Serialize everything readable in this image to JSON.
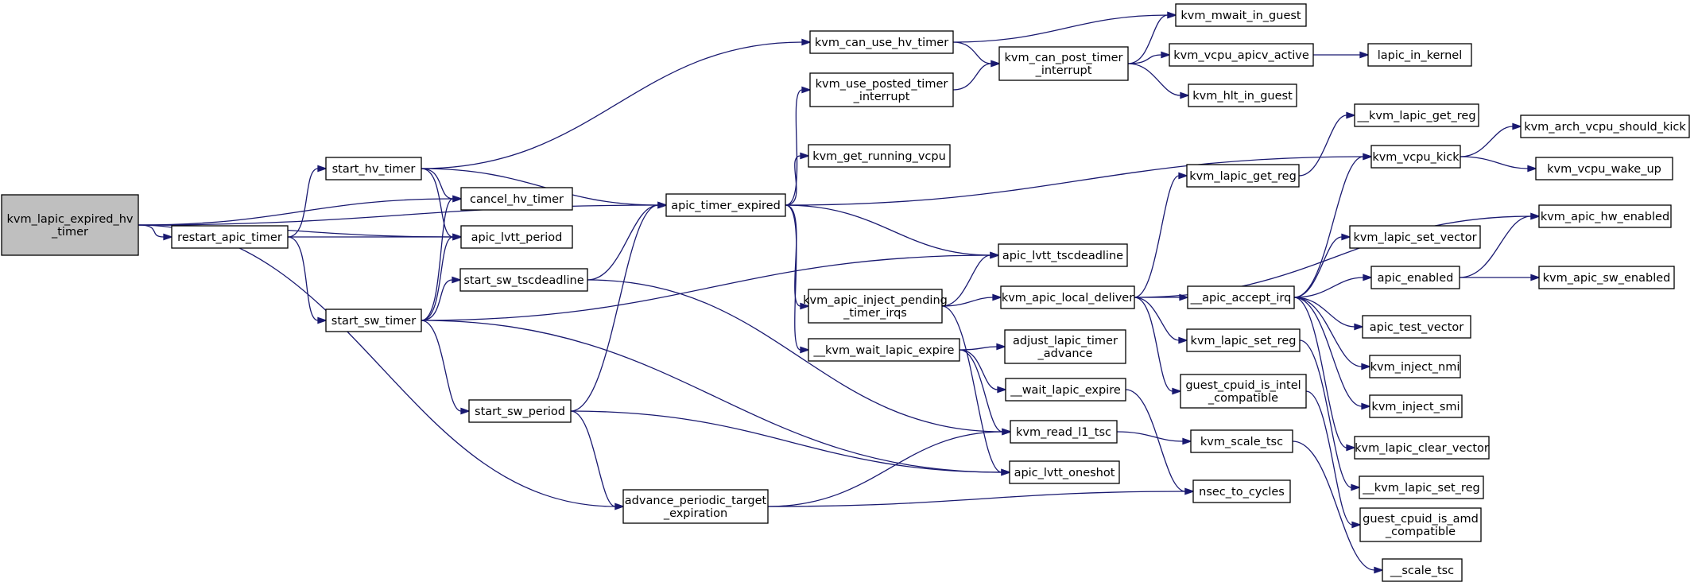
{
  "nodes": [
    {
      "id": "n0",
      "lines": [
        "kvm_lapic_expired_hv",
        "_timer"
      ],
      "root": true
    },
    {
      "id": "n1",
      "lines": [
        "restart_apic_timer"
      ]
    },
    {
      "id": "n2",
      "lines": [
        "start_hv_timer"
      ]
    },
    {
      "id": "n3",
      "lines": [
        "start_sw_timer"
      ]
    },
    {
      "id": "n4",
      "lines": [
        "cancel_hv_timer"
      ]
    },
    {
      "id": "n5",
      "lines": [
        "apic_lvtt_period"
      ]
    },
    {
      "id": "n6",
      "lines": [
        "start_sw_tscdeadline"
      ]
    },
    {
      "id": "n7",
      "lines": [
        "start_sw_period"
      ]
    },
    {
      "id": "n8",
      "lines": [
        "apic_timer_expired"
      ]
    },
    {
      "id": "n9",
      "lines": [
        "advance_periodic_target",
        "_expiration"
      ]
    },
    {
      "id": "n10",
      "lines": [
        "kvm_can_use_hv_timer"
      ]
    },
    {
      "id": "n11",
      "lines": [
        "kvm_use_posted_timer",
        "_interrupt"
      ]
    },
    {
      "id": "n12",
      "lines": [
        "kvm_get_running_vcpu"
      ]
    },
    {
      "id": "n13",
      "lines": [
        "kvm_apic_inject_pending",
        "_timer_irqs"
      ]
    },
    {
      "id": "n14",
      "lines": [
        "__kvm_wait_lapic_expire"
      ]
    },
    {
      "id": "n15",
      "lines": [
        "apic_lvtt_tscdeadline"
      ]
    },
    {
      "id": "n16",
      "lines": [
        "adjust_lapic_timer",
        "_advance"
      ]
    },
    {
      "id": "n17",
      "lines": [
        "__wait_lapic_expire"
      ]
    },
    {
      "id": "n18",
      "lines": [
        "kvm_read_l1_tsc"
      ]
    },
    {
      "id": "n19",
      "lines": [
        "apic_lvtt_oneshot"
      ]
    },
    {
      "id": "n20",
      "lines": [
        "kvm_can_post_timer",
        "_interrupt"
      ]
    },
    {
      "id": "n21",
      "lines": [
        "kvm_mwait_in_guest"
      ]
    },
    {
      "id": "n22",
      "lines": [
        "kvm_vcpu_apicv_active"
      ]
    },
    {
      "id": "n23",
      "lines": [
        "kvm_hlt_in_guest"
      ]
    },
    {
      "id": "n24",
      "lines": [
        "lapic_in_kernel"
      ]
    },
    {
      "id": "n25",
      "lines": [
        "kvm_apic_local_deliver"
      ]
    },
    {
      "id": "n26",
      "lines": [
        "kvm_lapic_get_reg"
      ]
    },
    {
      "id": "n27",
      "lines": [
        "kvm_lapic_set_reg"
      ]
    },
    {
      "id": "n28",
      "lines": [
        "guest_cpuid_is_intel",
        "_compatible"
      ]
    },
    {
      "id": "n29",
      "lines": [
        "kvm_scale_tsc"
      ]
    },
    {
      "id": "n30",
      "lines": [
        "nsec_to_cycles"
      ]
    },
    {
      "id": "n31",
      "lines": [
        "__apic_accept_irq"
      ]
    },
    {
      "id": "n32",
      "lines": [
        "__kvm_lapic_get_reg"
      ]
    },
    {
      "id": "n33",
      "lines": [
        "kvm_vcpu_kick"
      ]
    },
    {
      "id": "n34",
      "lines": [
        "kvm_arch_vcpu_should_kick"
      ]
    },
    {
      "id": "n35",
      "lines": [
        "kvm_vcpu_wake_up"
      ]
    },
    {
      "id": "n36",
      "lines": [
        "kvm_apic_hw_enabled"
      ]
    },
    {
      "id": "n37",
      "lines": [
        "kvm_lapic_set_vector"
      ]
    },
    {
      "id": "n38",
      "lines": [
        "apic_enabled"
      ]
    },
    {
      "id": "n39",
      "lines": [
        "kvm_apic_sw_enabled"
      ]
    },
    {
      "id": "n40",
      "lines": [
        "apic_test_vector"
      ]
    },
    {
      "id": "n41",
      "lines": [
        "kvm_inject_nmi"
      ]
    },
    {
      "id": "n42",
      "lines": [
        "kvm_inject_smi"
      ]
    },
    {
      "id": "n43",
      "lines": [
        "kvm_lapic_clear_vector"
      ]
    },
    {
      "id": "n44",
      "lines": [
        "__kvm_lapic_set_reg"
      ]
    },
    {
      "id": "n45",
      "lines": [
        "guest_cpuid_is_amd",
        "_compatible"
      ]
    },
    {
      "id": "n46",
      "lines": [
        "__scale_tsc"
      ]
    }
  ],
  "edges": [
    [
      "n0",
      "n1"
    ],
    [
      "n0",
      "n8"
    ],
    [
      "n0",
      "n4"
    ],
    [
      "n0",
      "n5"
    ],
    [
      "n0",
      "n9"
    ],
    [
      "n1",
      "n2"
    ],
    [
      "n1",
      "n3"
    ],
    [
      "n1",
      "n5"
    ],
    [
      "n2",
      "n4"
    ],
    [
      "n2",
      "n5"
    ],
    [
      "n2",
      "n8"
    ],
    [
      "n2",
      "n10"
    ],
    [
      "n3",
      "n4"
    ],
    [
      "n3",
      "n5"
    ],
    [
      "n3",
      "n6"
    ],
    [
      "n3",
      "n7"
    ],
    [
      "n3",
      "n15"
    ],
    [
      "n3",
      "n19"
    ],
    [
      "n6",
      "n8"
    ],
    [
      "n6",
      "n18"
    ],
    [
      "n7",
      "n8"
    ],
    [
      "n7",
      "n9"
    ],
    [
      "n7",
      "n19"
    ],
    [
      "n8",
      "n11"
    ],
    [
      "n8",
      "n12"
    ],
    [
      "n8",
      "n13"
    ],
    [
      "n8",
      "n14"
    ],
    [
      "n8",
      "n15"
    ],
    [
      "n8",
      "n33"
    ],
    [
      "n9",
      "n18"
    ],
    [
      "n9",
      "n30"
    ],
    [
      "n10",
      "n20"
    ],
    [
      "n10",
      "n21"
    ],
    [
      "n11",
      "n20"
    ],
    [
      "n20",
      "n21"
    ],
    [
      "n20",
      "n22"
    ],
    [
      "n20",
      "n23"
    ],
    [
      "n22",
      "n24"
    ],
    [
      "n13",
      "n15"
    ],
    [
      "n13",
      "n25"
    ],
    [
      "n13",
      "n19"
    ],
    [
      "n14",
      "n16"
    ],
    [
      "n14",
      "n17"
    ],
    [
      "n14",
      "n18"
    ],
    [
      "n17",
      "n30"
    ],
    [
      "n18",
      "n29"
    ],
    [
      "n29",
      "n46"
    ],
    [
      "n25",
      "n26"
    ],
    [
      "n25",
      "n27"
    ],
    [
      "n25",
      "n28"
    ],
    [
      "n25",
      "n31"
    ],
    [
      "n25",
      "n36"
    ],
    [
      "n26",
      "n32"
    ],
    [
      "n27",
      "n44"
    ],
    [
      "n28",
      "n45"
    ],
    [
      "n31",
      "n33"
    ],
    [
      "n31",
      "n37"
    ],
    [
      "n31",
      "n38"
    ],
    [
      "n31",
      "n40"
    ],
    [
      "n31",
      "n41"
    ],
    [
      "n31",
      "n42"
    ],
    [
      "n31",
      "n43"
    ],
    [
      "n38",
      "n36"
    ],
    [
      "n38",
      "n39"
    ],
    [
      "n33",
      "n34"
    ],
    [
      "n33",
      "n35"
    ]
  ]
}
